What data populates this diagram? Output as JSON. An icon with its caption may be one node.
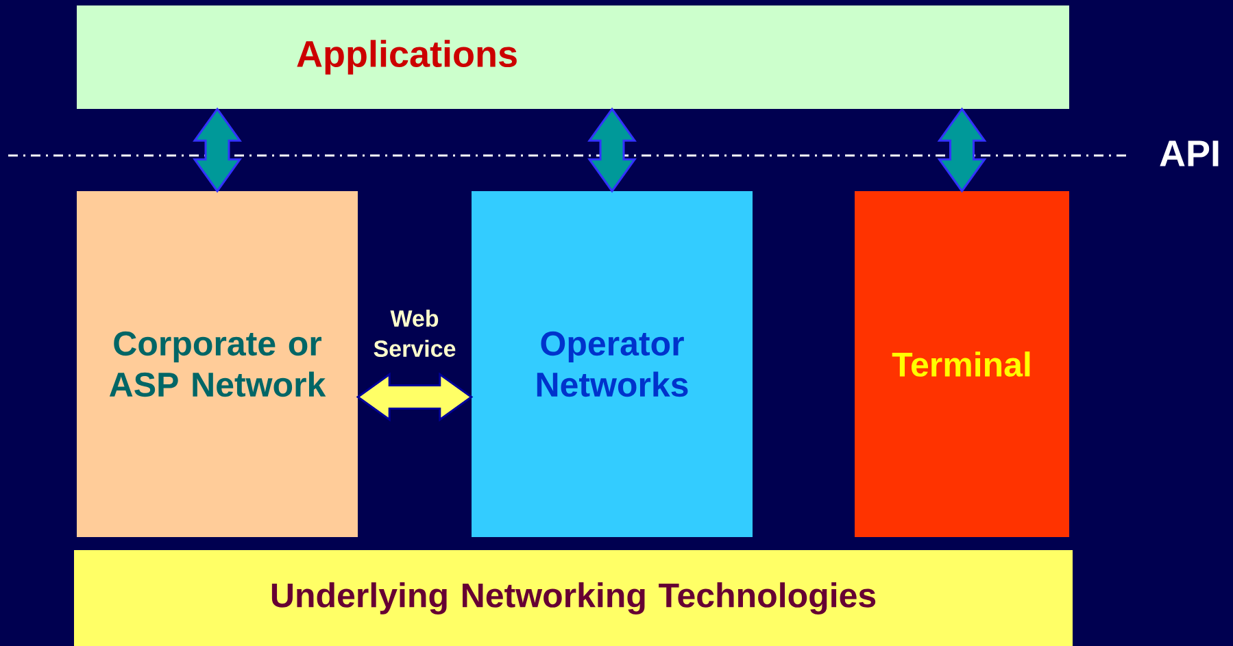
{
  "diagram": {
    "nodes": [
      {
        "text": [
          "Applications"
        ]
      },
      {
        "text": [
          "Corporate or ASP Network"
        ]
      },
      {
        "text": [
          "Operator Networks"
        ]
      },
      {
        "text": [
          "Terminal"
        ]
      },
      {
        "text": [
          "Underlying Networking Technologies"
        ]
      }
    ],
    "edges": [
      {
        "from": 0,
        "to": 1,
        "arrow": "both"
      },
      {
        "from": 0,
        "to": 2,
        "arrow": "both"
      },
      {
        "from": 0,
        "to": 3,
        "arrow": "both"
      },
      {
        "from": 1,
        "to": 2,
        "arrow": "both",
        "label": "Web Service",
        "color": "#ffff66"
      }
    ],
    "labels": [
      "API"
    ]
  }
}
